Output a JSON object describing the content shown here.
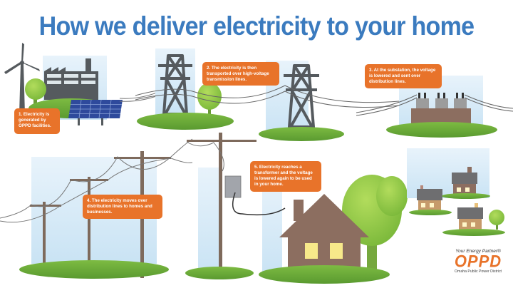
{
  "header": {
    "title": "How we deliver electricity to your home"
  },
  "steps": [
    {
      "number": 1,
      "text": "1. Electricity is generated by OPPD facilities."
    },
    {
      "number": 2,
      "text": "2. The electricity is then transported over high-voltage transmission lines."
    },
    {
      "number": 3,
      "text": "3. At the substation, the voltage is lowered and sent over distribution lines."
    },
    {
      "number": 4,
      "text": "4. The electricity moves over distribution lines to homes and businesses."
    },
    {
      "number": 5,
      "text": "5. Electricity reaches a transformer and the voltage is lowered again to be used in your home."
    }
  ],
  "logo": {
    "tagline": "Your Energy Partner®",
    "brand": "OPPD",
    "subtitle": "Omaha Public Power District"
  },
  "colors": {
    "title_blue": "#3b7bbf",
    "callout_orange": "#e8732a",
    "ground_green": "#6bab3a",
    "structure_gray": "#555a5e",
    "house_brown": "#8c6e60",
    "window_yellow": "#f7e98a",
    "sky_blue": "#d6eaf6",
    "tree_green": "#8cc63f",
    "solar_blue": "#2e4a9c"
  }
}
